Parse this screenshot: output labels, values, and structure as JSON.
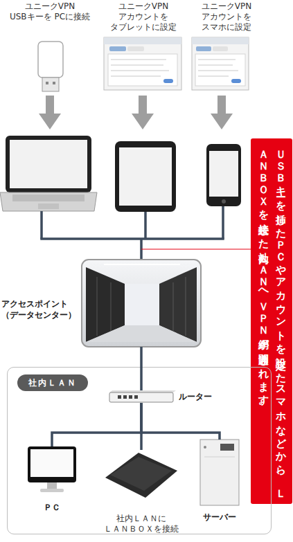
{
  "diagram": {
    "nodes": [
      {
        "text": [
          "ユニークVPN USBキーを PCに接続"
        ]
      },
      {
        "text": [
          "ユニークVPN アカウントを タブレットに設定"
        ]
      },
      {
        "text": [
          "ユニークVPN アカウントを スマホに設定"
        ]
      },
      {
        "text": [
          "ＵＳＢキーを挿したＰＣやアカウントを設定したスマホなどから、ＬＡＮＢＯＸを接続した社内ＬＡＮへＶＰＮ網が開通されます。"
        ]
      },
      {
        "text": [
          "アクセスポイント （データセンター）"
        ]
      },
      {
        "text": [
          "社内ＬＡＮ"
        ]
      },
      {
        "text": [
          "ルーター"
        ],
        "in": 5
      },
      {
        "text": [
          "ＰＣ"
        ],
        "in": 5
      },
      {
        "text": [
          "社内ＬＡＮに ＬＡＮＢＯＸを接続"
        ],
        "in": 5
      },
      {
        "text": [
          "サーバー"
        ],
        "in": 5
      }
    ],
    "edges": [
      {
        "from": 4,
        "to": 6,
        "arrow": "none"
      },
      {
        "from": 6,
        "to": 7,
        "arrow": "none"
      },
      {
        "from": 6,
        "to": 8,
        "arrow": "none"
      },
      {
        "from": 6,
        "to": 9,
        "arrow": "none"
      }
    ]
  }
}
